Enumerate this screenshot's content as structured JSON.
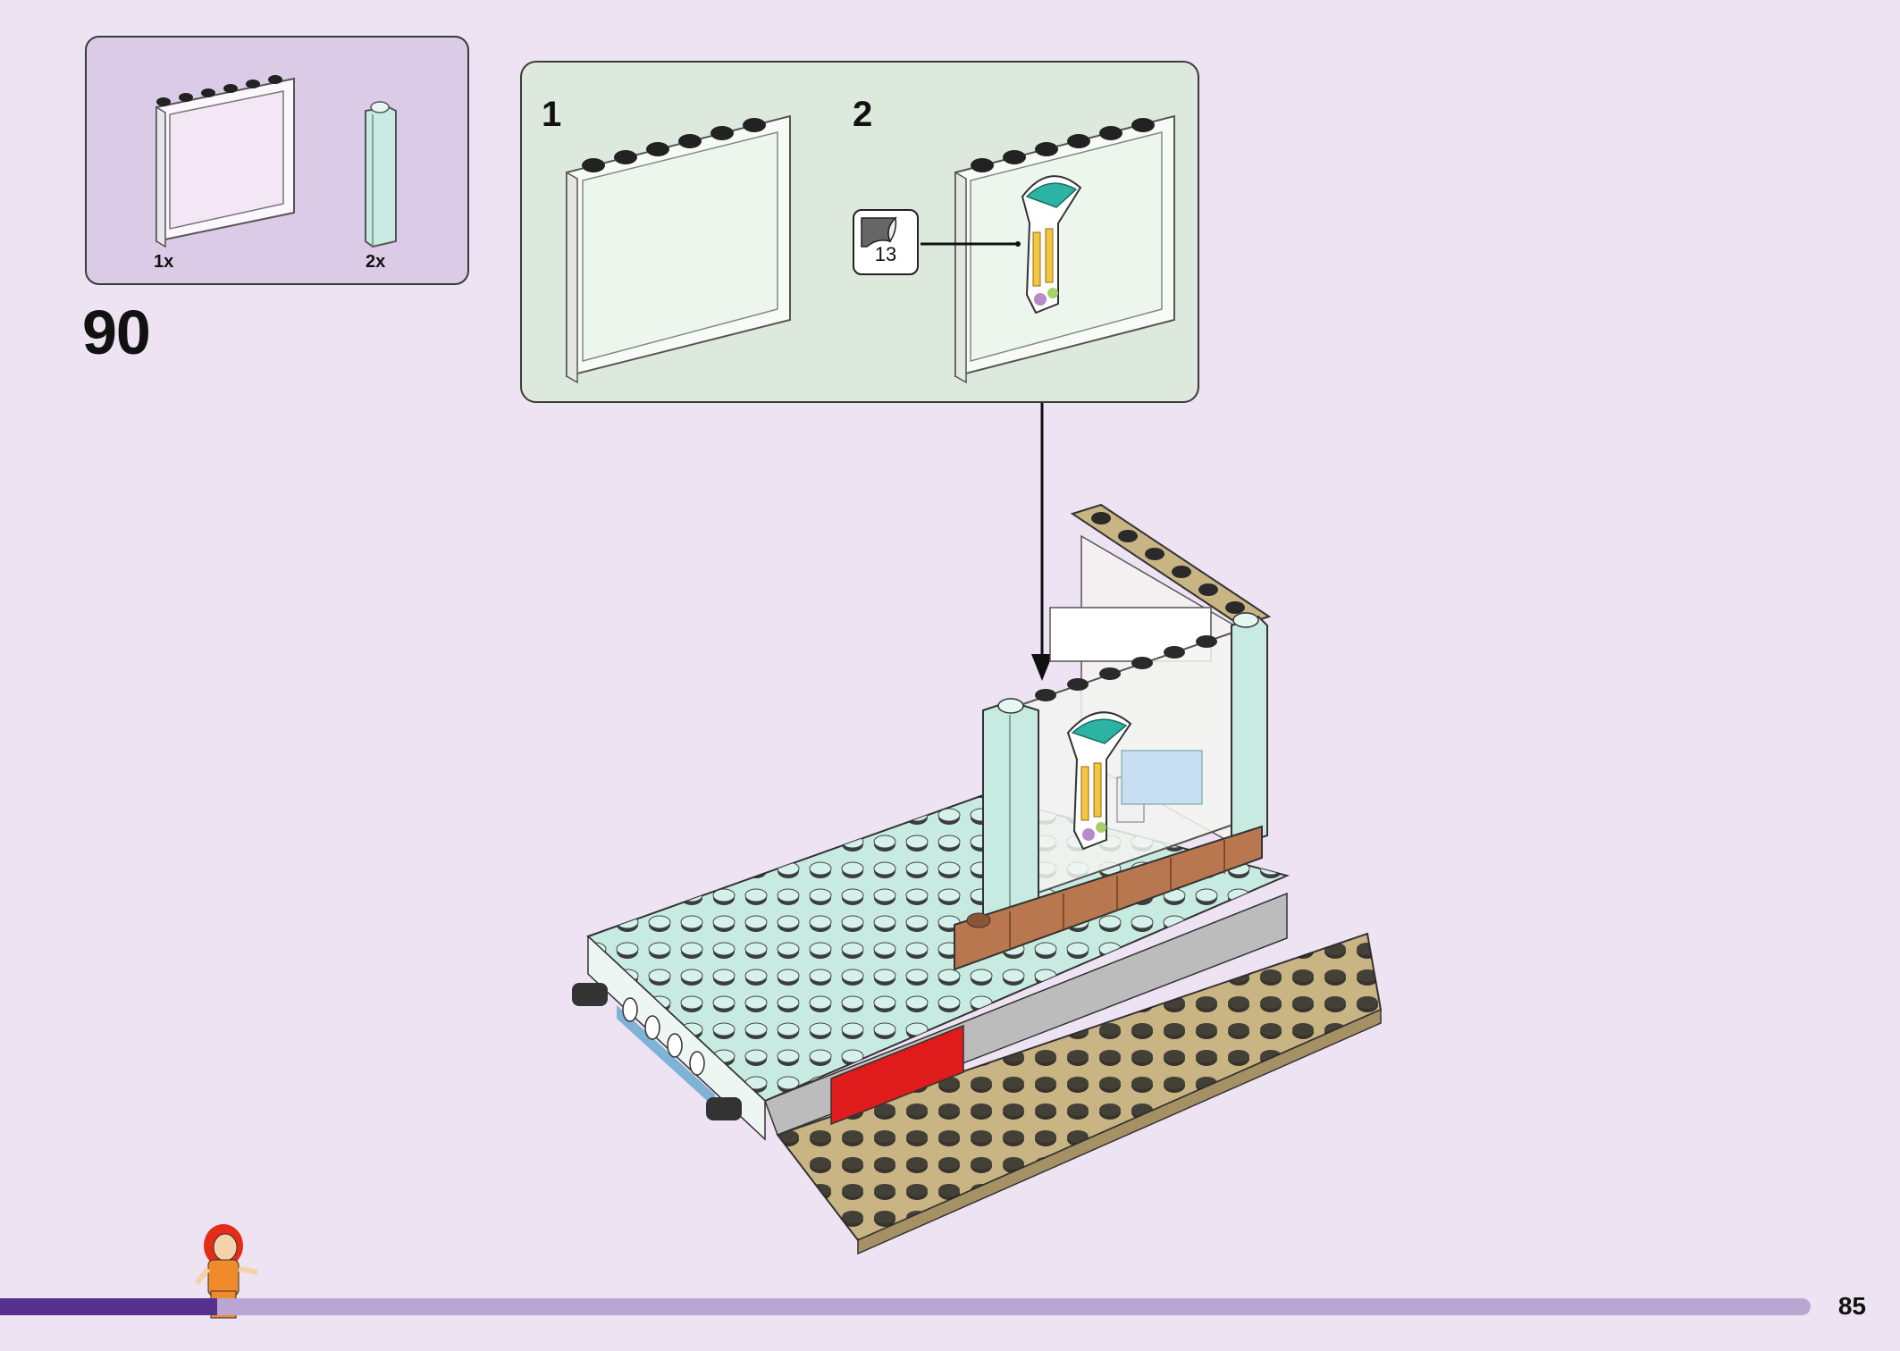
{
  "step": {
    "number": "90"
  },
  "parts_list": {
    "items": [
      {
        "name": "window-frame-part",
        "qty": "1x"
      },
      {
        "name": "round-brick-part",
        "qty": "2x"
      }
    ]
  },
  "sub_steps": [
    {
      "label": "1"
    },
    {
      "label": "2"
    }
  ],
  "sticker": {
    "number": "13"
  },
  "progress": {
    "fraction": 0.12
  },
  "page": {
    "number": "85"
  },
  "colors": {
    "background": "#ede3f3",
    "parts_box": "#dccbe6",
    "sub_box": "#dce9dc",
    "progress_fill": "#56308f",
    "progress_track": "#b9a6d3",
    "tan": "#c9b483",
    "mint": "#c8ebe1",
    "brown": "#b8774e"
  }
}
